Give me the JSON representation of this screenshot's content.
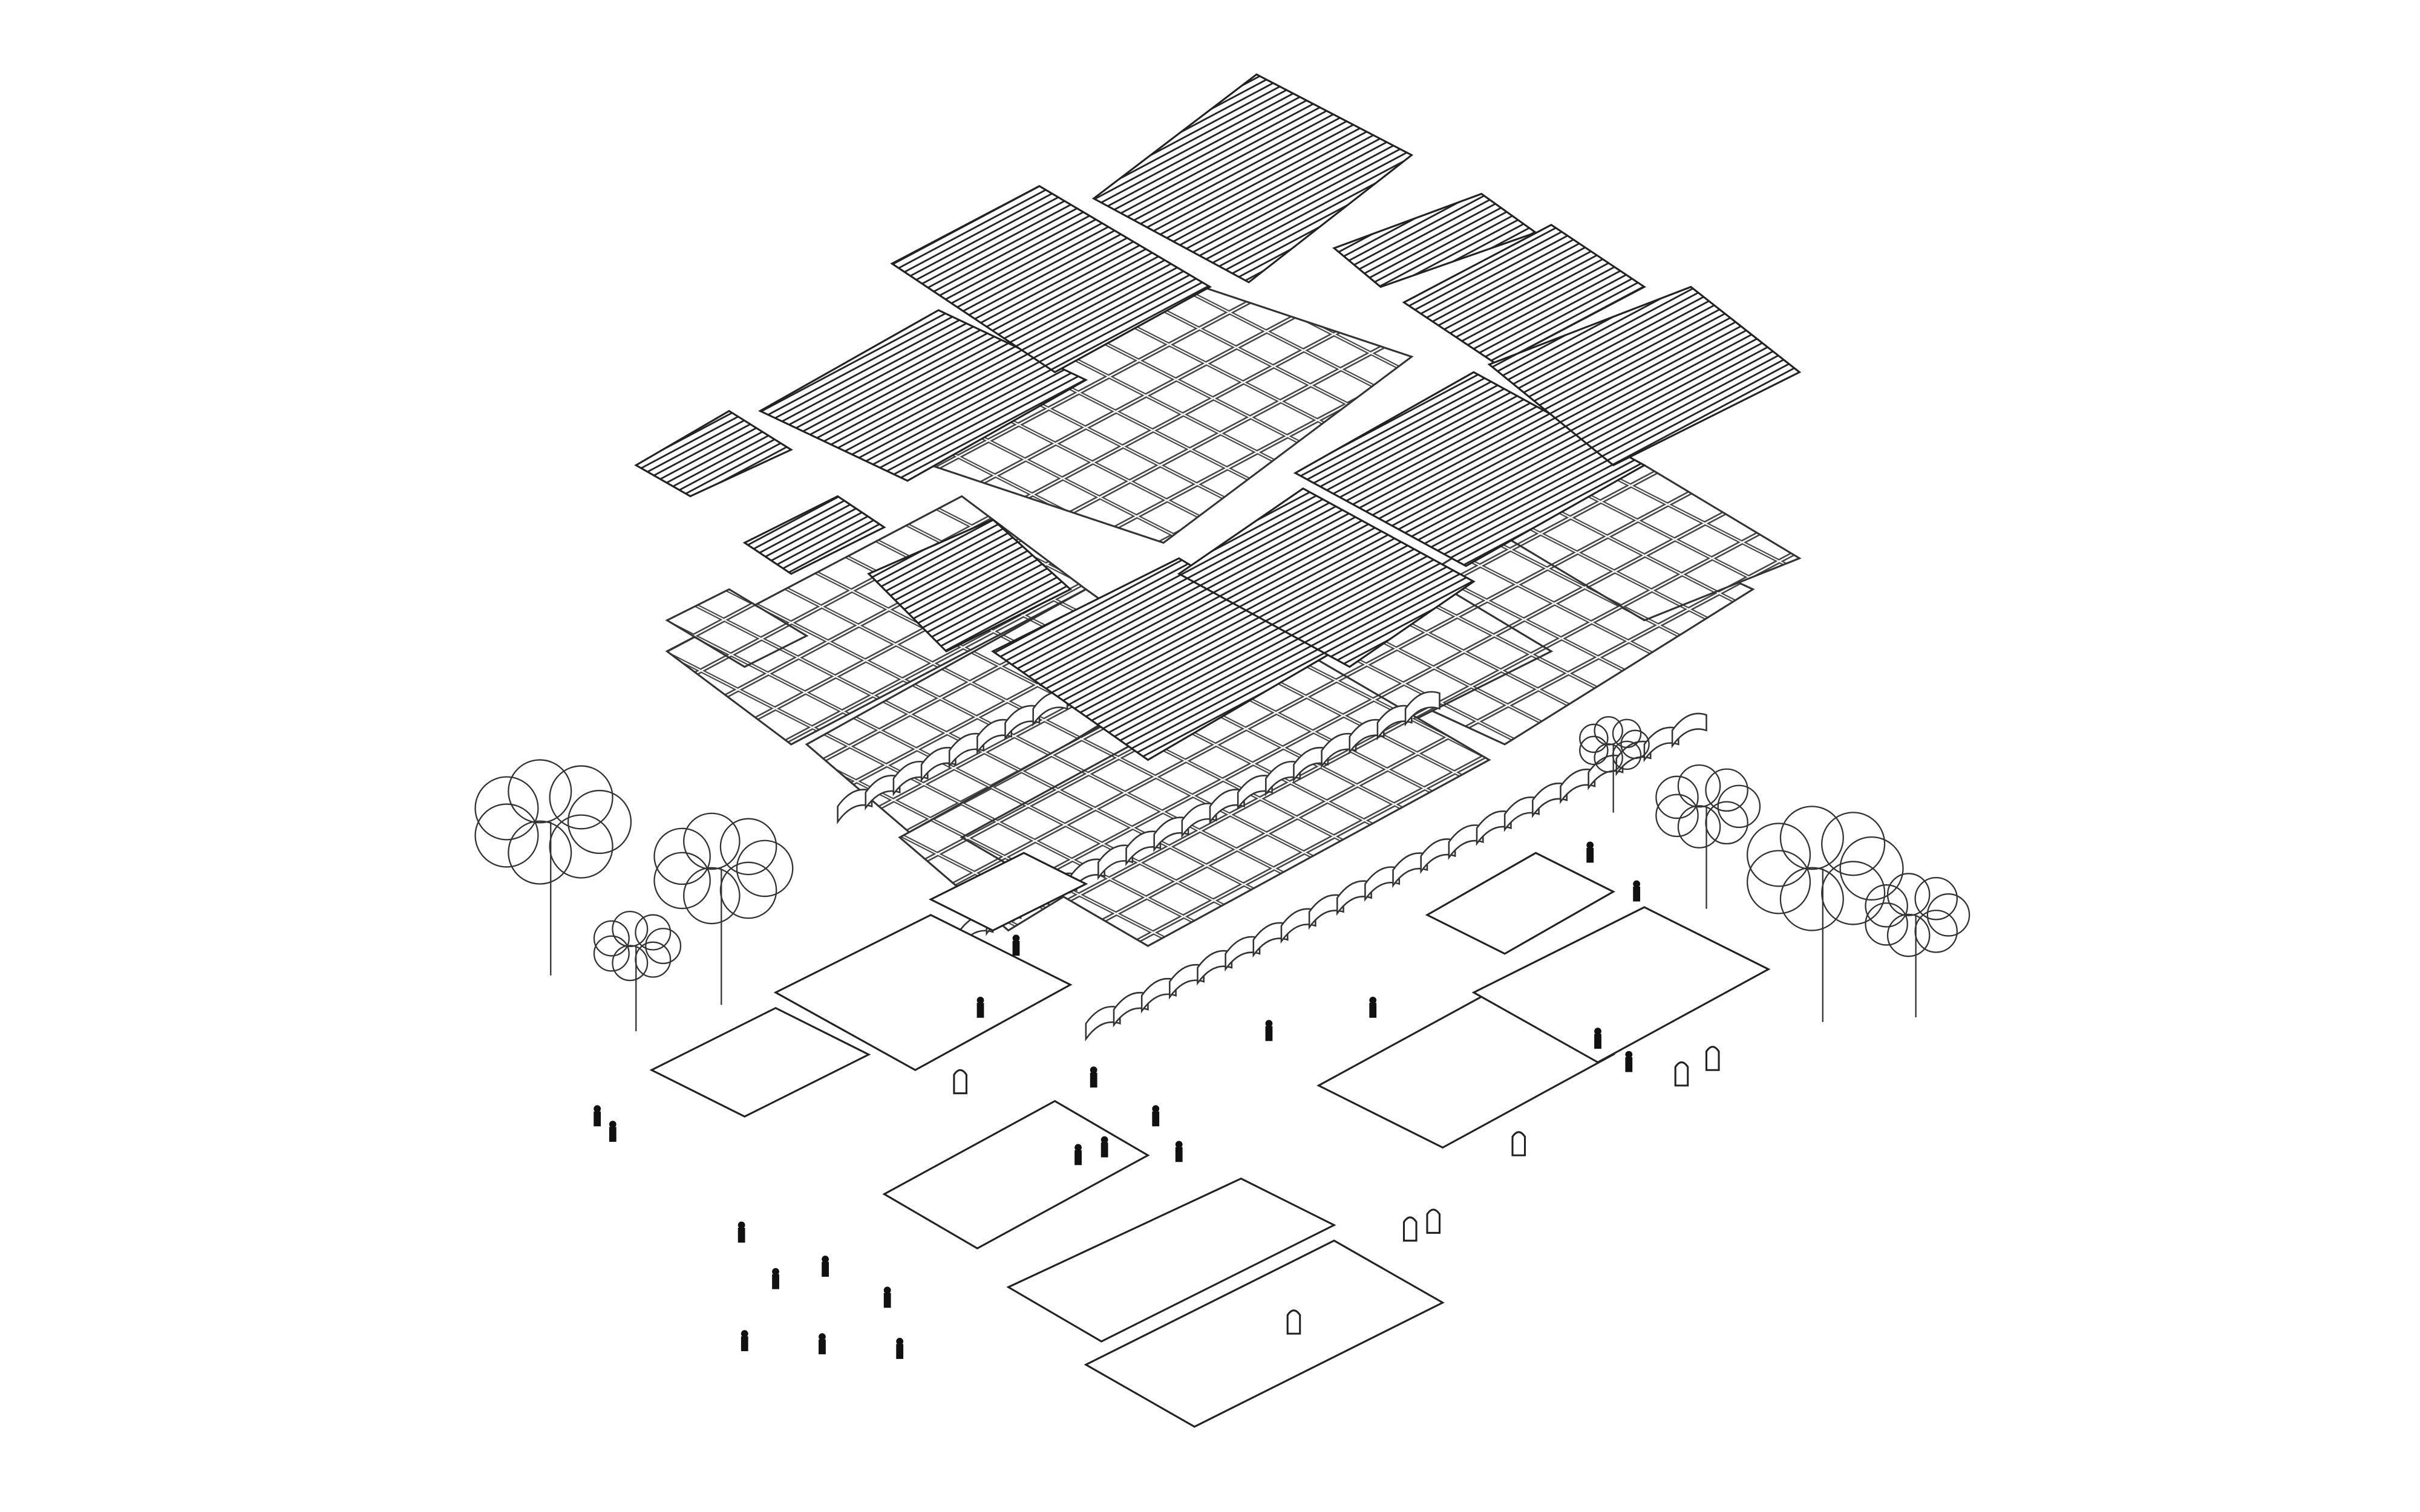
{
  "figure": {
    "kind": "exploded axonometric architectural drawing",
    "stroke_color": "#222222",
    "background_color": "#ffffff",
    "layers": [
      "roof-sheets",
      "roof-frames",
      "vaults",
      "walls",
      "trees",
      "people"
    ]
  }
}
